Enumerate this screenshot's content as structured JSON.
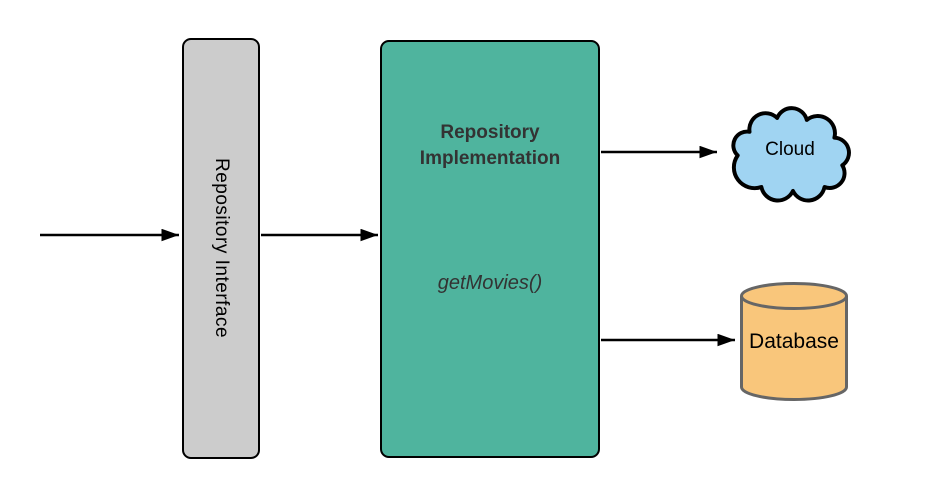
{
  "diagram": {
    "nodes": {
      "interface": {
        "label": "Repository Interface"
      },
      "implementation": {
        "label": "Repository Implementation",
        "method": "getMovies()"
      },
      "cloud": {
        "label": "Cloud"
      },
      "database": {
        "label": "Database"
      }
    },
    "connections": [
      {
        "from": "external-caller",
        "to": "repository-interface"
      },
      {
        "from": "repository-interface",
        "to": "repository-implementation"
      },
      {
        "from": "repository-implementation",
        "to": "cloud"
      },
      {
        "from": "repository-implementation",
        "to": "database"
      }
    ],
    "icons": {
      "cloud": "cloud-outline-shape",
      "database": "cylinder-shape",
      "connector": "right-arrow"
    }
  },
  "colors": {
    "interface-fill": "#cccccc",
    "implementation-fill": "#4fb49e",
    "cloud-fill": "#a0d4f2",
    "database-fill": "#f9c67b",
    "database-stroke": "#666666",
    "outline": "#000000",
    "arrow": "#000000",
    "text-dark": "#333333"
  }
}
